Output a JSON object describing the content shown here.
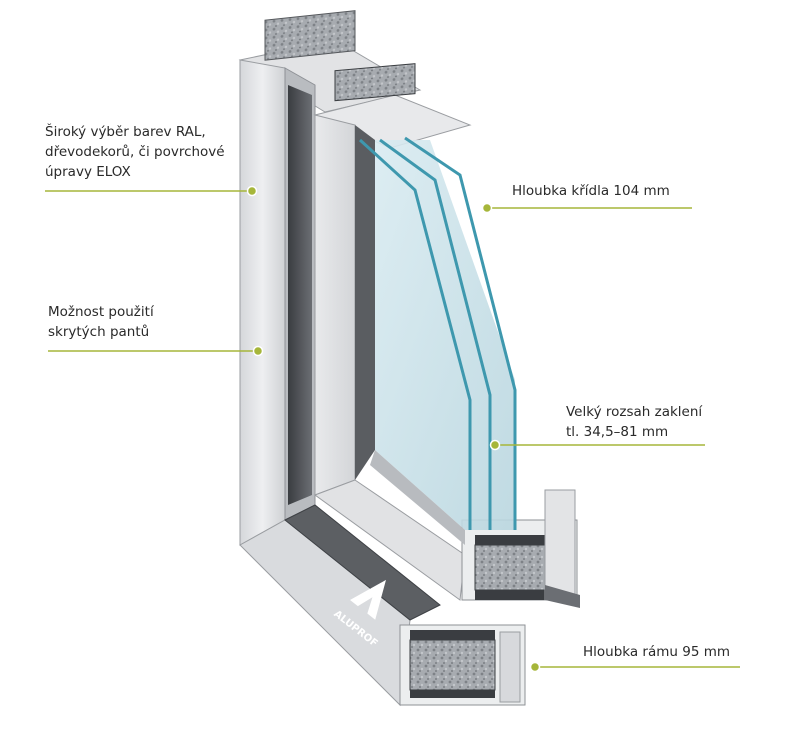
{
  "colors": {
    "accent": "#a6b63a",
    "frame_light": "#e7e8ea",
    "frame_mid": "#c9cbce",
    "frame_dark": "#8e9196",
    "glass_edge": "#3e98ae",
    "glass_tint": "#cfe3ea",
    "insulation": "#9a9ea3"
  },
  "logo": {
    "brand": "ALUPROF",
    "icon": "aluprof-logo-icon"
  },
  "callouts": {
    "colors_options": {
      "lines": [
        "Široký výběr barev RAL,",
        "dřevodekorů, či povrchové",
        "úpravy ELOX"
      ]
    },
    "hidden_hinges": {
      "lines": [
        "Možnost použití",
        "skrytých pantů"
      ]
    },
    "sash_depth": {
      "lines": [
        "Hloubka křídla 104 mm"
      ]
    },
    "glazing_range": {
      "lines": [
        "Velký rozsah zaklení",
        "tl. 34,5–81 mm"
      ]
    },
    "frame_depth": {
      "lines": [
        "Hloubka rámu 95 mm"
      ]
    }
  }
}
